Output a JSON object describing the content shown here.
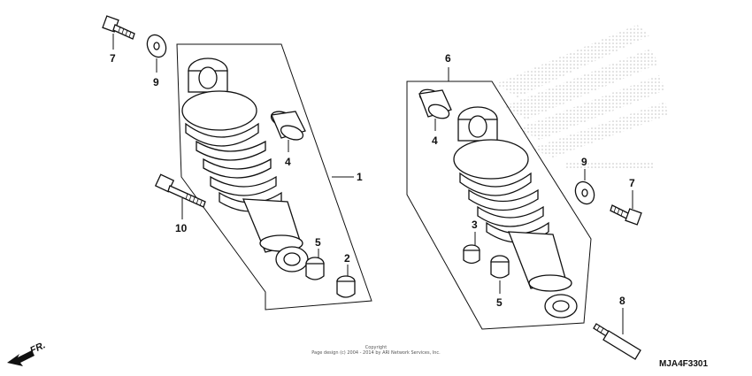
{
  "callouts": {
    "c1": "1",
    "c2": "2",
    "c3": "3",
    "c4a": "4",
    "c4b": "4",
    "c5a": "5",
    "c5b": "5",
    "c6": "6",
    "c7a": "7",
    "c7b": "7",
    "c8": "8",
    "c9a": "9",
    "c9b": "9",
    "c10": "10"
  },
  "footer": {
    "copyright_line1": "Copyright",
    "copyright_line2": "Page design (c) 2004 - 2014 by ARI Network Services, Inc.",
    "diagram_code": "MJA4F3301",
    "direction_label": "FR."
  },
  "colors": {
    "line": "#111111",
    "background": "#ffffff",
    "watermark": "#bdbdbd"
  }
}
